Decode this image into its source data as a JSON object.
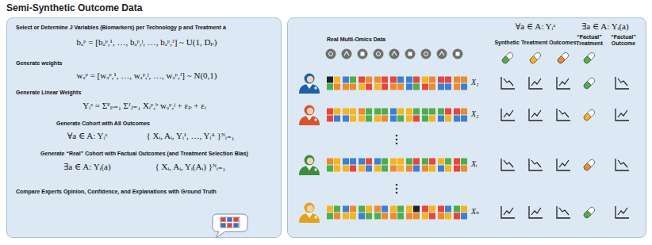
{
  "diagram": {
    "title": "Semi-Synthetic Outcome Data",
    "nodes": [
      {
        "text": [
          "Select or Determine J Variables (Biomarkers) per Technology p and Treatment a",
          "bₐᵖ = [bₐᵖ,¹, …, bₐᵖ,ʲ, …, bₐᵖ,ᴶ] ~ U(1, Dₚ)",
          "Generate weights",
          "wₐᵖ = [wₐᵖ,¹, …, wₐᵖ,ʲ, …, wₐᵖ,ᴶ] ~ N(0,1)",
          "Generate Linear Weights",
          "Yᵢᵃ = Σᴾₚ₌₁ Σᴶⱼ₌₁ Xᵢᵖ,ᵇ wₐᵖ,ʲ + εₚ + εᵢ",
          "Generate Cohort with All Outcomes",
          "∀a ∈ A: Yᵢᵃ",
          "{ Xᵢ, Aᵢ, Yᵢ¹, …, Yᵢᴬ }ᴺᵢ₌₁",
          "Generate “Real” Cohort with Factual Outcomes (and Treatment Selection Bias)",
          "∃a ∈ A: Yᵢ(a)",
          "{ Xᵢ, Aᵢ, Yᵢ(Aᵢ) }ᴺᵢ₌₁",
          "Compare Experts Opinion, Confidence, and Explanations with Ground Truth"
        ]
      },
      {
        "text": [
          "Real Multi-Omics Data",
          "∀a ∈ A: Yᵢᵃ",
          "Synthetic Treatment Outcomes",
          "∃a ∈ A: Yᵢ(a)",
          "“Factual” Treatment",
          "“Factual” Outcome",
          "X₁",
          "X₂",
          "Xᵢ",
          "Xₙ"
        ]
      }
    ]
  }
}
